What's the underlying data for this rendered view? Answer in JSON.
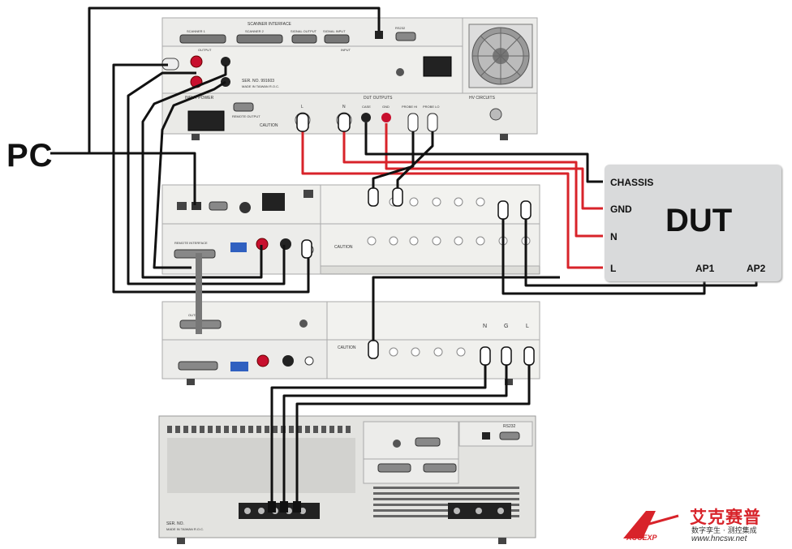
{
  "pc_label": "PC",
  "dut": {
    "title": "DUT",
    "pins": {
      "chassis": "CHASSIS",
      "gnd": "GND",
      "n": "N",
      "l": "L",
      "ap1": "AP1",
      "ap2": "AP2"
    }
  },
  "instrument_top": {
    "scanner_interface": "SCANNER INTERFACE",
    "scanner_1": "SCANNER 1",
    "scanner_2": "SCANNER 2",
    "signal_output": "SIGNAL OUTPUT",
    "signal_input": "SIGNAL INPUT",
    "output": "OUTPUT",
    "input": "INPUT",
    "rs232": "RS232",
    "ser_no": "SER. NO. 991603",
    "made_in": "MADE IN TAIWAN R.O.C.",
    "input_power": "INPUT POWER",
    "dut_outputs": "DUT OUTPUTS",
    "hv_circuits": "HV CIRCUITS",
    "remote_output": "REMOTE OUTPUT",
    "caution": "CAUTION",
    "case": "CASE",
    "gnd": "GND",
    "probe_hi": "PROBE HI",
    "probe_lo": "PROBE LO",
    "l": "L",
    "n": "N"
  },
  "instrument_mid": {
    "remote_interface": "REMOTE INTERFACE",
    "caution": "CAUTION"
  },
  "instrument_lower": {
    "output": "OUTPUT",
    "caution": "CAUTION",
    "n": "N",
    "g": "G",
    "l": "L"
  },
  "power_source": {
    "rs232": "RS232",
    "ser_no": "SER. NO.",
    "made_in": "MADE IN TAIWAN R.O.C."
  },
  "logo": {
    "brand": "艾克赛普",
    "tagline": "数字孪生 · 测控集成",
    "url": "www.hncsw.net",
    "mark": "ACCEXP"
  },
  "colors": {
    "wire_black": "#111111",
    "wire_red": "#d8232a",
    "dut_box": "#d9dadb",
    "chassis": "#e9e9e6",
    "brand_red": "#d8232a"
  }
}
